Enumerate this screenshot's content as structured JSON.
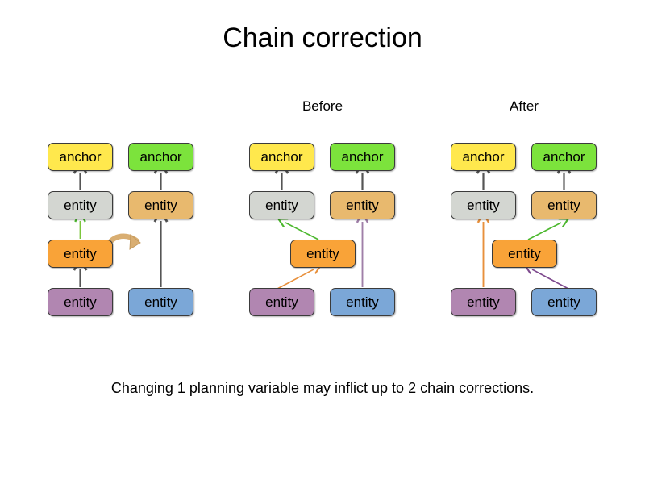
{
  "title": "Chain correction",
  "caption": "Changing 1 planning variable may inflict up to 2 chain corrections.",
  "labels": {
    "before": "Before",
    "after": "After"
  },
  "node_text": {
    "anchor": "anchor",
    "entity": "entity"
  },
  "colors": {
    "anchor_yellow": "#FFE84D",
    "anchor_green": "#7CE33C",
    "entity_grey": "#D3D6D1",
    "entity_tan": "#E8B96E",
    "entity_orange": "#F9A338",
    "entity_purple": "#B186B1",
    "entity_blue": "#7BA7D7",
    "arrow_default": "#555555",
    "arrow_green": "#4CB82E",
    "arrow_orange": "#E8903C",
    "arrow_purple_light": "#A07FA8",
    "arrow_purple_dark": "#7E4A8E",
    "arrow_move_tan": "#D9AE72",
    "node_border": "#3B3B3B",
    "background": "#FFFFFF",
    "text": "#000000"
  },
  "groups": [
    {
      "name": "initial-state",
      "label": "",
      "nodes": [
        {
          "id": "g1-anchor-yellow",
          "kind": "anchor",
          "color": "anchor_yellow",
          "label": "anchor"
        },
        {
          "id": "g1-anchor-green",
          "kind": "anchor",
          "color": "anchor_green",
          "label": "anchor"
        },
        {
          "id": "g1-entity-grey",
          "kind": "entity",
          "color": "entity_grey",
          "label": "entity"
        },
        {
          "id": "g1-entity-tan",
          "kind": "entity",
          "color": "entity_tan",
          "label": "entity"
        },
        {
          "id": "g1-entity-orange",
          "kind": "entity",
          "color": "entity_orange",
          "label": "entity"
        },
        {
          "id": "g1-entity-purple",
          "kind": "entity",
          "color": "entity_purple",
          "label": "entity"
        },
        {
          "id": "g1-entity-blue",
          "kind": "entity",
          "color": "entity_blue",
          "label": "entity"
        }
      ],
      "edges": [
        {
          "from": "g1-entity-grey",
          "to": "g1-anchor-yellow",
          "color": "arrow_default"
        },
        {
          "from": "g1-entity-tan",
          "to": "g1-anchor-green",
          "color": "arrow_default"
        },
        {
          "from": "g1-entity-orange",
          "to": "g1-entity-grey",
          "color": "arrow_green"
        },
        {
          "from": "g1-entity-purple",
          "to": "g1-entity-orange",
          "color": "arrow_default"
        },
        {
          "from": "g1-entity-blue",
          "to": "g1-entity-tan",
          "color": "arrow_default"
        }
      ],
      "move_arrow": {
        "type": "curved-move",
        "color": "arrow_move_tan",
        "from": "g1-entity-orange",
        "direction": "right"
      }
    },
    {
      "name": "before",
      "label": "Before",
      "nodes": [
        {
          "id": "g2-anchor-yellow",
          "kind": "anchor",
          "color": "anchor_yellow",
          "label": "anchor"
        },
        {
          "id": "g2-anchor-green",
          "kind": "anchor",
          "color": "anchor_green",
          "label": "anchor"
        },
        {
          "id": "g2-entity-grey",
          "kind": "entity",
          "color": "entity_grey",
          "label": "entity"
        },
        {
          "id": "g2-entity-tan",
          "kind": "entity",
          "color": "entity_tan",
          "label": "entity"
        },
        {
          "id": "g2-entity-orange",
          "kind": "entity",
          "color": "entity_orange",
          "label": "entity"
        },
        {
          "id": "g2-entity-purple",
          "kind": "entity",
          "color": "entity_purple",
          "label": "entity"
        },
        {
          "id": "g2-entity-blue",
          "kind": "entity",
          "color": "entity_blue",
          "label": "entity"
        }
      ],
      "edges": [
        {
          "from": "g2-entity-grey",
          "to": "g2-anchor-yellow",
          "color": "arrow_default"
        },
        {
          "from": "g2-entity-tan",
          "to": "g2-anchor-green",
          "color": "arrow_default"
        },
        {
          "from": "g2-entity-orange",
          "to": "g2-entity-grey",
          "color": "arrow_green"
        },
        {
          "from": "g2-entity-purple",
          "to": "g2-entity-orange",
          "color": "arrow_orange"
        },
        {
          "from": "g2-entity-blue",
          "to": "g2-entity-tan",
          "color": "arrow_purple_light"
        }
      ]
    },
    {
      "name": "after",
      "label": "After",
      "nodes": [
        {
          "id": "g3-anchor-yellow",
          "kind": "anchor",
          "color": "anchor_yellow",
          "label": "anchor"
        },
        {
          "id": "g3-anchor-green",
          "kind": "anchor",
          "color": "anchor_green",
          "label": "anchor"
        },
        {
          "id": "g3-entity-grey",
          "kind": "entity",
          "color": "entity_grey",
          "label": "entity"
        },
        {
          "id": "g3-entity-tan",
          "kind": "entity",
          "color": "entity_tan",
          "label": "entity"
        },
        {
          "id": "g3-entity-orange",
          "kind": "entity",
          "color": "entity_orange",
          "label": "entity"
        },
        {
          "id": "g3-entity-purple",
          "kind": "entity",
          "color": "entity_purple",
          "label": "entity"
        },
        {
          "id": "g3-entity-blue",
          "kind": "entity",
          "color": "entity_blue",
          "label": "entity"
        }
      ],
      "edges": [
        {
          "from": "g3-entity-grey",
          "to": "g3-anchor-yellow",
          "color": "arrow_default"
        },
        {
          "from": "g3-entity-tan",
          "to": "g3-anchor-green",
          "color": "arrow_default"
        },
        {
          "from": "g3-entity-purple",
          "to": "g3-entity-grey",
          "color": "arrow_orange"
        },
        {
          "from": "g3-entity-orange",
          "to": "g3-entity-tan",
          "color": "arrow_green"
        },
        {
          "from": "g3-entity-blue",
          "to": "g3-entity-orange",
          "color": "arrow_purple_dark"
        }
      ]
    }
  ]
}
